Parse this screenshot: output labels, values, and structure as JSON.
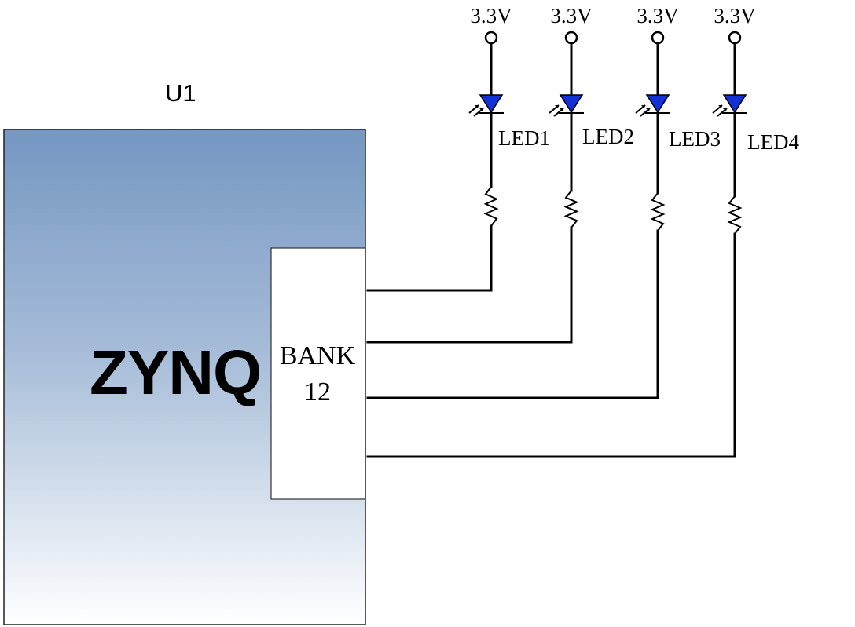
{
  "chip": {
    "ref": "U1",
    "name": "ZYNQ",
    "bank_line1": "BANK",
    "bank_line2": "12",
    "gradient_top": "#7597c2",
    "gradient_bottom": "#ffffff"
  },
  "leds": [
    {
      "supply": "3.3V",
      "label": "LED1"
    },
    {
      "supply": "3.3V",
      "label": "LED2"
    },
    {
      "supply": "3.3V",
      "label": "LED3"
    },
    {
      "supply": "3.3V",
      "label": "LED4"
    }
  ],
  "colors": {
    "led_fill": "#1232d8",
    "wire": "#000000"
  },
  "icons": {
    "led": "led-diode-icon",
    "resistor": "resistor-icon",
    "supply": "power-terminal-icon"
  }
}
